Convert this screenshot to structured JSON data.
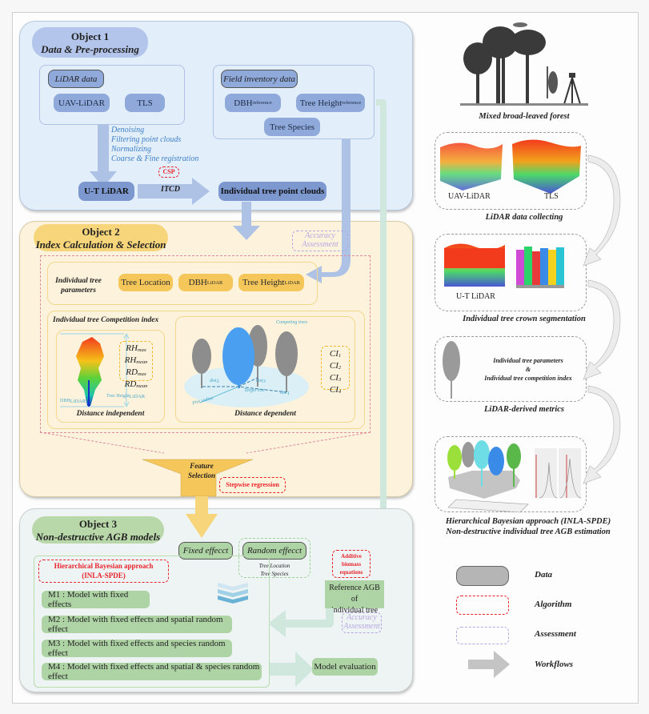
{
  "object1": {
    "title": "Object 1",
    "subtitle": "Data & Pre-processing",
    "lidar_group": {
      "label": "LiDAR data",
      "items": [
        "UAV-LiDAR",
        "TLS"
      ]
    },
    "field_group": {
      "label": "Field inventory data",
      "dbh": "DBH",
      "dbh_sub": "reference",
      "height": "Tree Height",
      "height_sub": "reference",
      "species": "Tree Species"
    },
    "steps": [
      "Denoising",
      "Filtering point clouds",
      "Normalizing",
      "Coarse & Fine registration"
    ],
    "ut_lidar": "U-T LiDAR",
    "csp": "CSP",
    "itcd": "ITCD",
    "individual_clouds": "Individual tree point clouds"
  },
  "object2": {
    "title": "Object 2",
    "subtitle": "Index Calculation & Selection",
    "accuracy": [
      "Accuracy",
      "Assessment"
    ],
    "params_label": [
      "Individual tree",
      "parameters"
    ],
    "params": {
      "location": "Tree Location",
      "dbh": "DBH",
      "dbh_sub": "LiDAR",
      "height": "Tree Height",
      "height_sub": "LiDAR"
    },
    "competition_title": "Individual tree Competition index",
    "independent": {
      "caption": "Distance independent",
      "dbh_label": "DBH",
      "dbh_sub": "LiDAR",
      "height_label": "Tree Height",
      "height_sub": "LiDAR",
      "metrics": [
        [
          "RH",
          "max"
        ],
        [
          "RH",
          "mean"
        ],
        [
          "RD",
          "max"
        ],
        [
          "RD",
          "mean"
        ]
      ]
    },
    "dependent": {
      "caption": "Distance dependent",
      "competing": "Competing trees",
      "target": "Target tree",
      "plot_radius": "Plot radius",
      "dists": [
        [
          "dist",
          "2"
        ],
        [
          "dist",
          "3"
        ],
        [
          "dist",
          "1"
        ]
      ],
      "indices": [
        [
          "CI",
          "1"
        ],
        [
          "CI",
          "2"
        ],
        [
          "CI",
          "3"
        ],
        [
          "CI",
          "4"
        ]
      ]
    },
    "feature_selection": [
      "Feature",
      "Selection"
    ],
    "stepwise": "Stepwise regression"
  },
  "object3": {
    "title": "Object 3",
    "subtitle": "Non-destructive AGB models",
    "fixed": "Fixed effecct",
    "random": "Random effecct",
    "random_items": [
      "Tree Location",
      "Tree Species"
    ],
    "hba": [
      "Hierarchical Bayesian approach",
      "(INLA-SPDE)"
    ],
    "additive": [
      "Additive",
      "biomass",
      "equations"
    ],
    "reference_agb": [
      "Reference AGB of",
      "individual tree"
    ],
    "accuracy": [
      "Accuracy",
      "Assessment"
    ],
    "models": [
      "M1 : Model with fixed effects",
      "M2 : Model with fixed effects and spatial random effect",
      "M3 : Model with fixed effects and species random effect",
      "M4 : Model with fixed effects and spatial & species random effect"
    ],
    "evaluation": "Model evaluation"
  },
  "right": {
    "forest_caption": "Mixed broad-leaved forest",
    "collect_labels": [
      "UAV-LiDAR",
      "TLS"
    ],
    "collect_caption": "LiDAR data collecting",
    "seg_label": "U-T LiDAR",
    "seg_caption": "Individual tree crown segmentation",
    "metrics_text": [
      "Individual tree parameters",
      "&",
      "Individual tree competition index"
    ],
    "metrics_caption": "LiDAR-derived metrics",
    "hba_caption": [
      "Hierarchical Bayesian approach (INLA-SPDE)",
      "Non-destructive individual tree AGB estimation"
    ]
  },
  "legend": [
    {
      "kind": "data",
      "label": "Data"
    },
    {
      "kind": "algorithm",
      "label": "Algorithm"
    },
    {
      "kind": "assessment",
      "label": "Assessment"
    },
    {
      "kind": "workflow",
      "label": "Workflows"
    }
  ],
  "colors": {
    "object1": "#e3eefb",
    "object2": "#fdf3dc",
    "object3": "#eef3f3",
    "algorithm": "#e8232b",
    "assessment": "#b6a7e2",
    "data": "#b5b5b5"
  }
}
